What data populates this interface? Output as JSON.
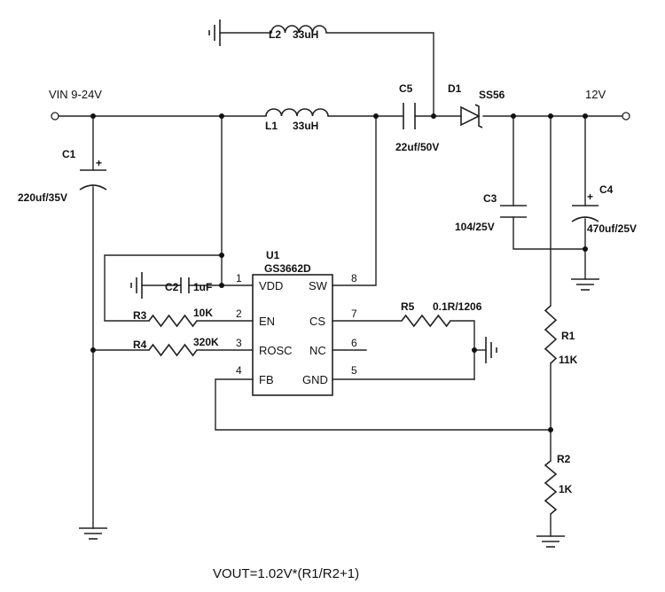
{
  "vin_label": "VIN 9-24V",
  "vout_label": "12V",
  "formula": "VOUT=1.02V*(R1/R2+1)",
  "ic": {
    "ref": "U1",
    "part": "GS3662D",
    "pins": {
      "p1": {
        "num": "1",
        "name": "VDD"
      },
      "p2": {
        "num": "2",
        "name": "EN"
      },
      "p3": {
        "num": "3",
        "name": "ROSC"
      },
      "p4": {
        "num": "4",
        "name": "FB"
      },
      "p5": {
        "num": "5",
        "name": "GND"
      },
      "p6": {
        "num": "6",
        "name": "NC"
      },
      "p7": {
        "num": "7",
        "name": "CS"
      },
      "p8": {
        "num": "8",
        "name": "SW"
      }
    }
  },
  "components": {
    "L1": {
      "ref": "L1",
      "value": "33uH"
    },
    "L2": {
      "ref": "L2",
      "value": "33uH"
    },
    "C1": {
      "ref": "C1",
      "value": "220uf/35V",
      "polarity": "+"
    },
    "C2": {
      "ref": "C2",
      "value": "1uF"
    },
    "C3": {
      "ref": "C3",
      "value": "104/25V"
    },
    "C4": {
      "ref": "C4",
      "value": "470uf/25V",
      "polarity": "+"
    },
    "C5": {
      "ref": "C5",
      "value": "22uf/50V"
    },
    "D1": {
      "ref": "D1",
      "value": "SS56"
    },
    "R1": {
      "ref": "R1",
      "value": "11K"
    },
    "R2": {
      "ref": "R2",
      "value": "1K"
    },
    "R3": {
      "ref": "R3",
      "value": "10K"
    },
    "R4": {
      "ref": "R4",
      "value": "320K"
    },
    "R5": {
      "ref": "R5",
      "value": "0.1R/1206"
    }
  }
}
